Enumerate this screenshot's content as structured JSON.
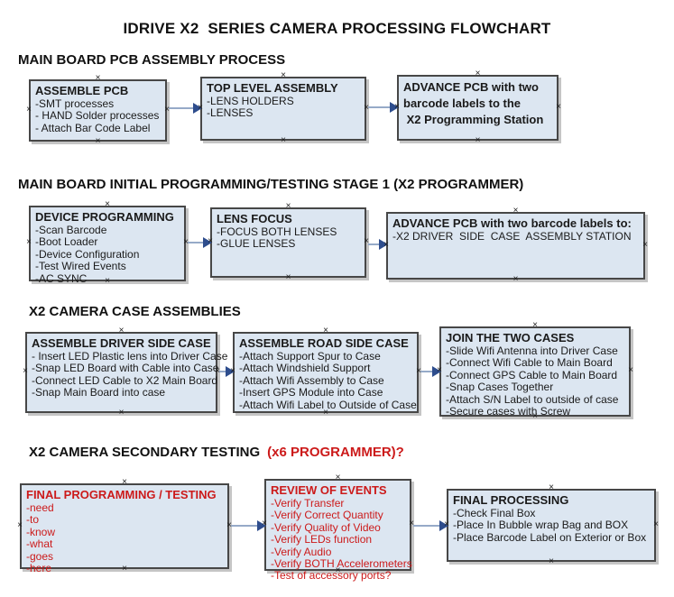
{
  "title": "IDRIVE X2  SERIES CAMERA PROCESSING FLOWCHART",
  "glyphs": {
    "handle": "×"
  },
  "colors": {
    "box_fill": "#dce6f1",
    "box_border": "#474747",
    "arrow_line": "#96aac8",
    "arrow_head": "#2e4d8d",
    "red_text": "#cc1a1a",
    "black_text": "#111111"
  },
  "sections": {
    "s1": {
      "heading": "MAIN BOARD PCB ASSEMBLY PROCESS"
    },
    "s2": {
      "heading": "MAIN BOARD INITIAL PROGRAMMING/TESTING STAGE 1 (X2 PROGRAMMER)"
    },
    "s3": {
      "heading": "X2 CAMERA CASE ASSEMBLIES"
    },
    "s4": {
      "heading_main": "X2 CAMERA SECONDARY TESTING",
      "heading_note": "(x6 PROGRAMMER)?"
    }
  },
  "boxes": {
    "assemble_pcb": {
      "title": "ASSEMBLE PCB",
      "items": [
        "-SMT processes",
        "- HAND Solder processes",
        "- Attach Bar Code Label"
      ]
    },
    "top_level_assembly": {
      "title": "TOP LEVEL ASSEMBLY",
      "items": [
        "-LENS HOLDERS",
        "-LENSES"
      ]
    },
    "advance_pcb_row1": {
      "lines": [
        "ADVANCE PCB with two",
        "barcode labels to the",
        " X2 Programming Station"
      ]
    },
    "device_programming": {
      "title": "DEVICE PROGRAMMING",
      "items": [
        "-Scan Barcode",
        "-Boot Loader",
        "-Device Configuration",
        "-Test Wired Events",
        "-AC SYNC"
      ]
    },
    "lens_focus": {
      "title": "LENS FOCUS",
      "items": [
        "-FOCUS BOTH LENSES",
        "-GLUE LENSES"
      ]
    },
    "advance_pcb_row2": {
      "title": "ADVANCE PCB with two barcode labels to:",
      "items": [
        "-X2 DRIVER  SIDE  CASE  ASSEMBLY STATION"
      ]
    },
    "assemble_driver_side": {
      "title": "ASSEMBLE DRIVER SIDE CASE",
      "items": [
        "- Insert LED Plastic lens into Driver Case",
        "-Snap LED Board with Cable into Case",
        "-Connect LED Cable to X2 Main Board",
        "-Snap Main Board into case"
      ]
    },
    "assemble_road_side": {
      "title": "ASSEMBLE ROAD SIDE CASE",
      "items": [
        "-Attach Support Spur to Case",
        "-Attach Windshield Support",
        "-Attach Wifi Assembly to Case",
        "-Insert GPS Module into Case",
        "-Attach Wifi Label to Outside of Case"
      ]
    },
    "join_two_cases": {
      "title": "JOIN THE TWO CASES",
      "items": [
        "-Slide Wifi Antenna into Driver Case",
        "-Connect Wifi Cable to Main Board",
        "-Connect GPS Cable to Main Board",
        "-Snap Cases Together",
        "-Attach S/N Label to outside of case",
        "-Secure cases with Screw"
      ]
    },
    "final_programming": {
      "title": "FINAL PROGRAMMING / TESTING",
      "items": [
        "-need",
        "-to",
        "-know",
        "-what",
        "-goes",
        "-here"
      ]
    },
    "review_of_events": {
      "title": "REVIEW OF EVENTS",
      "items": [
        "-Verify Transfer",
        "-Verify Correct Quantity",
        "-Verify Quality of Video",
        "-Verify LEDs function",
        "-Verify Audio",
        "-Verify BOTH Accelerometers",
        "-Test of accessory ports?"
      ]
    },
    "final_processing": {
      "title": "FINAL PROCESSING",
      "items": [
        "-Check Final Box",
        "-Place In Bubble wrap Bag and BOX",
        "-Place Barcode Label on Exterior or Box"
      ]
    }
  }
}
